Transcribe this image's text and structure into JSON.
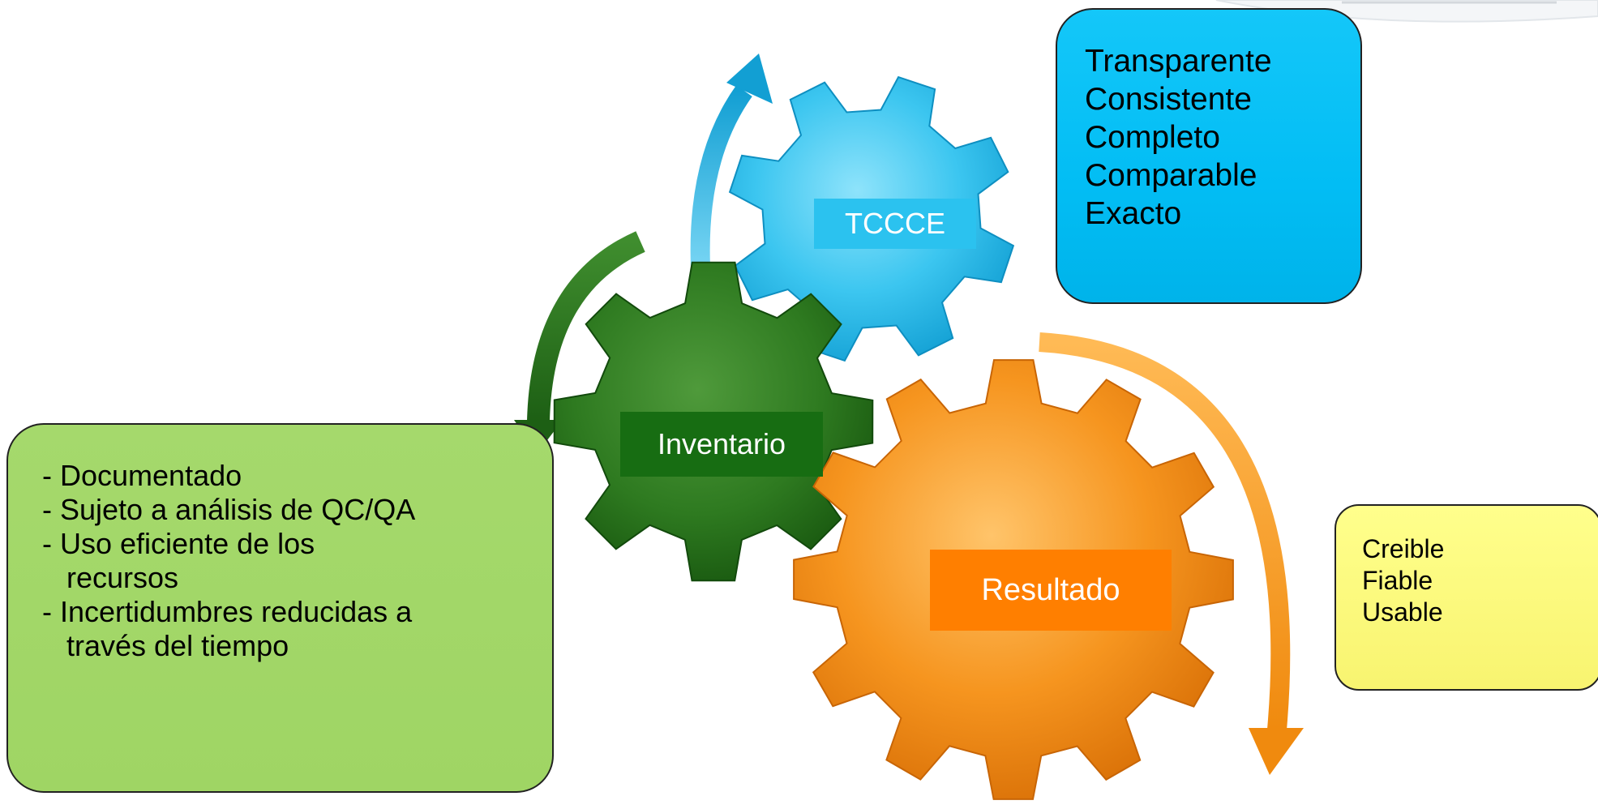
{
  "gears": {
    "tccce": {
      "label": "TCCCE",
      "color": "#1cb9ec"
    },
    "inventario": {
      "label": "Inventario",
      "color": "#2d7a1f"
    },
    "resultado": {
      "label": "Resultado",
      "color": "#f28a10"
    }
  },
  "boxes": {
    "tccce": {
      "items": [
        "Transparente",
        "Consistente",
        "Completo",
        "Comparable",
        "Exacto"
      ],
      "color": "#00bcf2"
    },
    "inventario": {
      "items": [
        "- Documentado",
        "- Sujeto a análisis de QC/QA",
        "- Uso eficiente de los",
        "recursos",
        "- Incertidumbres reducidas a",
        "través del tiempo"
      ],
      "color": "#a0d566"
    },
    "resultado": {
      "items": [
        "Creible",
        "Fiable",
        "Usable"
      ],
      "color": "#fbf67a"
    }
  }
}
